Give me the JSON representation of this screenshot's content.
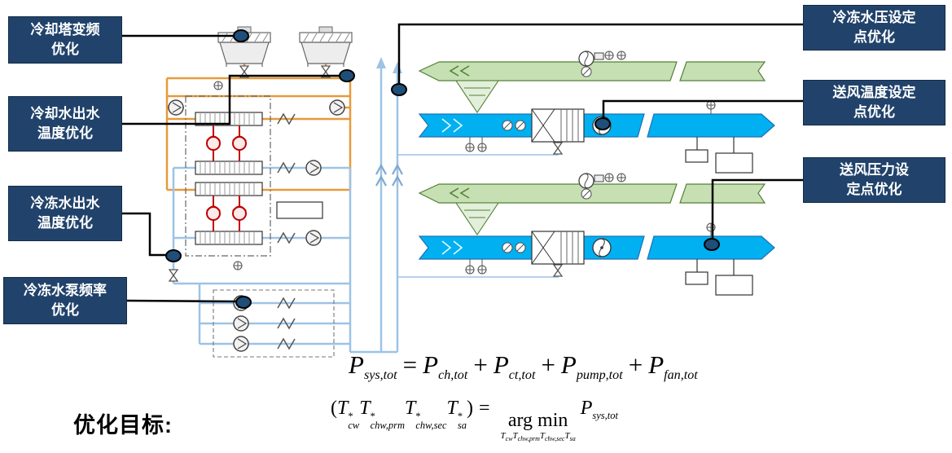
{
  "callouts": {
    "cooling_tower_vfd": "冷却塔变频\n优化",
    "cooling_water_outlet_temp": "冷却水出水\n温度优化",
    "chilled_water_outlet_temp": "冷冻水出水\n温度优化",
    "chilled_water_pump_freq": "冷冻水泵频率\n优化",
    "chw_pressure_setpoint": "冷冻水压设定\n点优化",
    "supply_air_temp_setpoint": "送风温度设定\n点优化",
    "supply_air_pressure_setpoint": "送风压力设\n定点优化"
  },
  "objective": {
    "heading": "优化目标:",
    "formula_power": {
      "lhs_base": "P",
      "lhs_sub": "sys,tot",
      "eq": "=",
      "t1_base": "P",
      "t1_sub": "ch,tot",
      "plus1": "+",
      "t2_base": "P",
      "t2_sub": "ct,tot",
      "plus2": "+",
      "t3_base": "P",
      "t3_sub": "pump,tot",
      "plus3": "+",
      "t4_base": "P",
      "t4_sub": "fan,tot"
    },
    "formula_argmin": {
      "lparen": "(",
      "rparen": ")",
      "eq": "=",
      "v1_base": "T",
      "v1_sup": "*",
      "v1_sub": "cw",
      "v2_base": "T",
      "v2_sup": "*",
      "v2_sub": "chw,prm",
      "v3_base": "T",
      "v3_sup": "*",
      "v3_sub": "chw,sec",
      "v4_base": "T",
      "v4_sup": "*",
      "v4_sub": "sa",
      "operator": "arg min",
      "u1_base": "T",
      "u1_sub": "cw",
      "u2_base": "T",
      "u2_sub": "chw,prm",
      "u3_base": "T",
      "u3_sub": "chw,sec",
      "u4_base": "T",
      "u4_sub": "sa",
      "obj_base": "P",
      "obj_sub": "sys,tot"
    }
  },
  "colors": {
    "callout_background": "#21436B",
    "marker_fill": "#1F4E79",
    "condenser_water_pipe": "#E79A3C",
    "chilled_water_pipe": "#9DC3E6",
    "supply_duct": "#00B0F0",
    "return_duct": "#C6E0B4",
    "compressor_red": "#C00000"
  }
}
